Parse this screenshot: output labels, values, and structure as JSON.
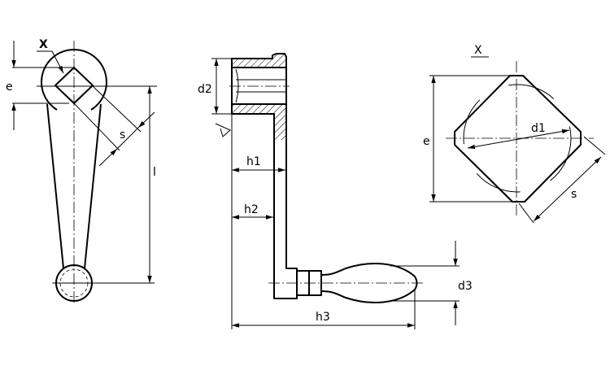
{
  "front_view": {
    "view_label": "X",
    "dim_e": "e",
    "dim_s": "s",
    "dim_l": "l"
  },
  "side_view": {
    "dim_d2": "d2",
    "dim_h1": "h1",
    "dim_h2": "h2",
    "dim_h3": "h3",
    "dim_d3": "d3"
  },
  "detail_view": {
    "title": "X",
    "dim_e": "e",
    "dim_d1": "d1",
    "dim_s": "s"
  }
}
